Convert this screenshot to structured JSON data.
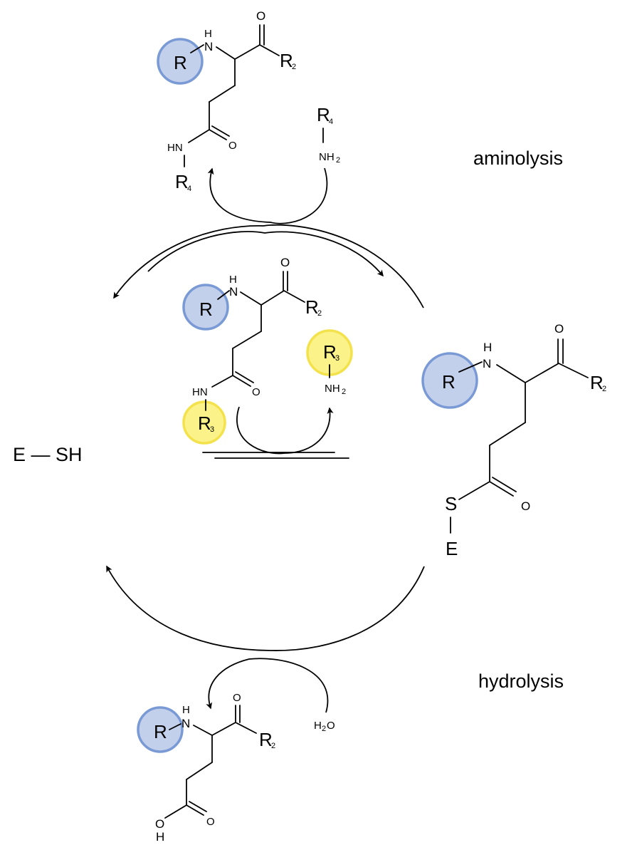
{
  "labels": {
    "aminolysis": "aminolysis",
    "hydrolysis": "hydrolysis",
    "enzyme": "E — SH"
  },
  "atoms": {
    "R": "R",
    "R2": "R",
    "R3": "R",
    "R4": "R",
    "sub2": "2",
    "sub3": "3",
    "sub4": "4",
    "H": "H",
    "N": "N",
    "HN": "HN",
    "NH2": "NH",
    "O": "O",
    "S": "S",
    "E": "E",
    "OH_O": "O",
    "OH_H": "H",
    "H2O_H": "H",
    "H2O_2": "2",
    "H2O_O": "O"
  },
  "colors": {
    "blue_fill": "#c3d0ec",
    "blue_stroke": "#7a9ad6",
    "yellow_fill": "#fbf38a",
    "yellow_stroke": "#f3e24c"
  }
}
